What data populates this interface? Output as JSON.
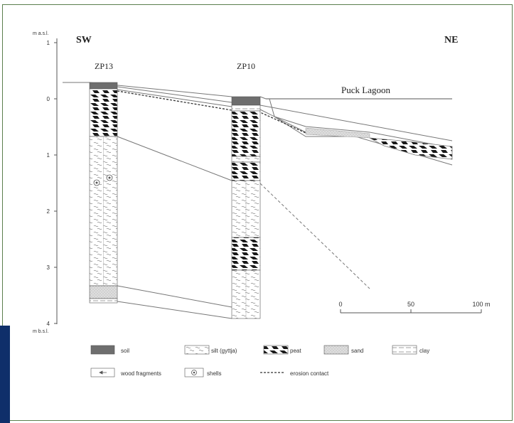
{
  "axis": {
    "top_unit": "m a.s.l.",
    "bottom_unit": "m b.s.l.",
    "ticks": [
      "1",
      "0",
      "1",
      "2",
      "3",
      "4"
    ]
  },
  "orientation": {
    "left": "SW",
    "right": "NE"
  },
  "cores": [
    {
      "label": "ZP13"
    },
    {
      "label": "ZP10"
    }
  ],
  "water_body": "Puck Lagoon",
  "scale_bar": {
    "ticks": [
      "0",
      "50",
      "100 m"
    ]
  },
  "legend": [
    {
      "key": "soil",
      "label": "soil"
    },
    {
      "key": "silt",
      "label": "silt (gyttja)"
    },
    {
      "key": "peat",
      "label": "peat"
    },
    {
      "key": "sand",
      "label": "sand"
    },
    {
      "key": "clay",
      "label": "clay"
    },
    {
      "key": "wood",
      "label": "wood fragments"
    },
    {
      "key": "shells",
      "label": "shells"
    },
    {
      "key": "erosion",
      "label": "erosion contact"
    }
  ],
  "colors": {
    "frame_border": "#5b7f4e",
    "navy_strip": "#0f2f6a",
    "soil": "#6e6e6e",
    "sand": "#d8d8d8",
    "line": "#777777"
  }
}
